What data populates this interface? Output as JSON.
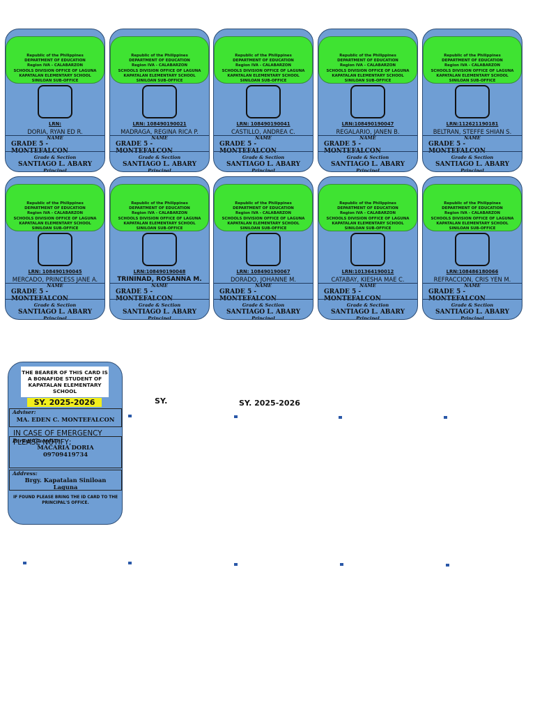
{
  "header_lines": [
    "Republic of the Philippines",
    "DEPARTMENT OF EDUCATION",
    "Region IVA - CALABARZON",
    "SCHOOLS DIVISION OFFICE OF LAGUNA",
    "KAPATALAN ELEMENTARY SCHOOL",
    "SINILOAN SUB-OFFICE"
  ],
  "captions": {
    "name": "NAME",
    "grade_section": "Grade & Section",
    "principal": "Principal"
  },
  "grade": "GRADE 5 - MONTEFALCON",
  "principal_name": "SANTIAGO L. ABARY",
  "cards": [
    {
      "lrn": "LRN:",
      "name": "DORIA, RYAN ED R."
    },
    {
      "lrn": "LRN: 108490190021",
      "name": "MADRAGA, REGINA RICA P."
    },
    {
      "lrn": "LRN: 108490190041",
      "name": "CASTILLO, ANDREA C."
    },
    {
      "lrn": "LRN:108490190047",
      "name": "REGALARIO, JANEN B."
    },
    {
      "lrn": "LRN:112621190181",
      "name": "BELTRAN, STEFFE SHIAN S."
    },
    {
      "lrn": "LRN: 108490190045",
      "name": "MERCADO, PRINCESS JANE A."
    },
    {
      "lrn": "LRN:108490190048",
      "name": "TRININAD, ROSANNA M."
    },
    {
      "lrn": "LRN: 108490190067",
      "name": "DORADO, JOHANNE M."
    },
    {
      "lrn": "LRN:101364190012",
      "name": "CATABAY, KIESHA MAE C."
    },
    {
      "lrn": "LRN:108486180066",
      "name": "REFRACCION, CRIS YEN M."
    }
  ],
  "back": {
    "bearer": "THE BEARER OF THIS CARD IS A BONAFIDE STUDENT OF KAPATALAN ELEMENTARY SCHOOL",
    "sy": "SY. 2025-2026",
    "adviser_label": "Adviser:",
    "adviser": "MA. EDEN C. MONTEFALCON",
    "emergency": "IN CASE OF EMERGENCY PLEASE NOTIFY;",
    "parent_label": "Parent/Guardian:",
    "parent": "MACARIA DORIA",
    "phone": "09709419734",
    "address_label": "Address:",
    "address": "Brgy. Kapatalan Siniloan Laguna",
    "found": "IF FOUND PLEASE BRING THE ID CARD TO THE PRINCIPAL'S OFFICE."
  },
  "loose": {
    "sy_short": "SY.",
    "sy_full": "SY. 2025-2026"
  }
}
